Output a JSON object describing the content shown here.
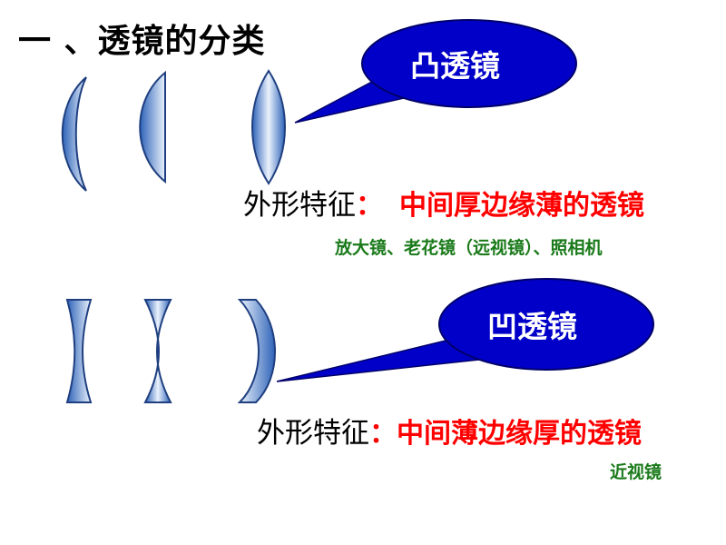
{
  "title": "一 、透镜的分类",
  "convex": {
    "bubble": "凸透镜",
    "feature_label": "外形特征",
    "colon": "：",
    "feature": "中间厚边缘薄的透镜",
    "examples": "放大镜、老花镜（远视镜）、照相机"
  },
  "concave": {
    "bubble": "凹透镜",
    "feature_label": "外形特征",
    "colon": "：",
    "feature": "中间薄边缘厚的透镜",
    "examples": "近视镜"
  },
  "colors": {
    "bubble_fill": "#0000c8",
    "lens_edge": "#1f4fa0",
    "lens_center": "#e6f0fb",
    "feature_text": "#ff0000",
    "example_text": "#1a7a1a"
  }
}
